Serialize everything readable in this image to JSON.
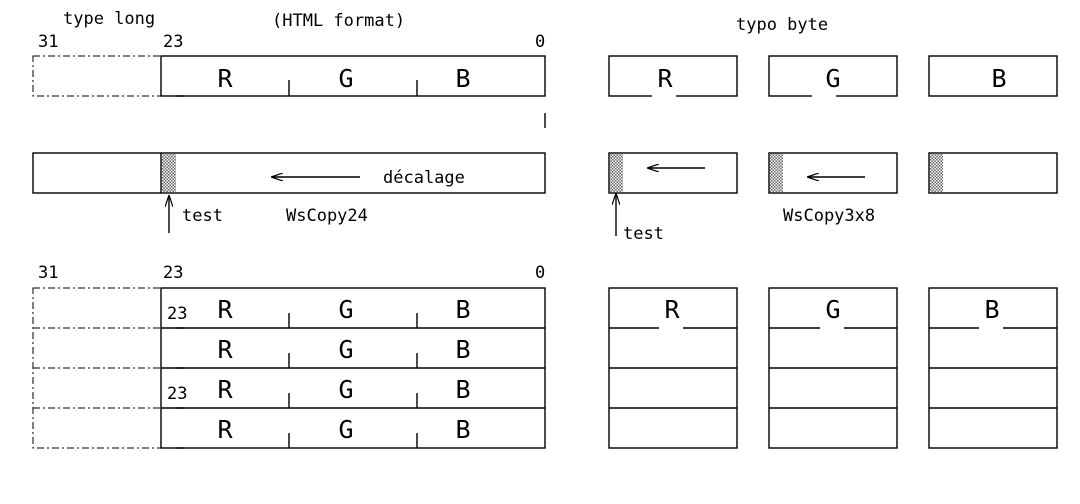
{
  "header": {
    "type_long": "type long",
    "html_format": "(HTML format)",
    "typo_byte": "typo byte"
  },
  "bits": {
    "b31": "31",
    "b23": "23",
    "b0": "0",
    "row_tag": "23"
  },
  "channels": [
    "R",
    "G",
    "B"
  ],
  "shift": {
    "decalage": "décalage",
    "test": "test",
    "copy24": "WsCopy24",
    "copy3x8": "WsCopy3x8"
  },
  "colors": {
    "ink": "#000000",
    "background": "#ffffff",
    "hatch": "#666666"
  }
}
